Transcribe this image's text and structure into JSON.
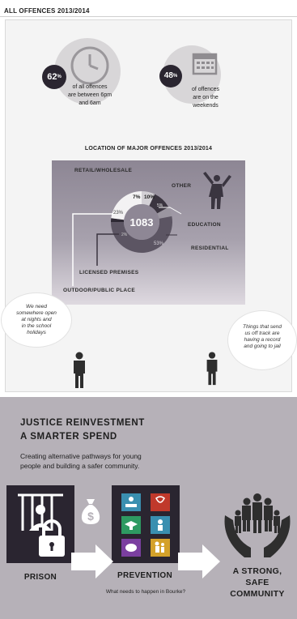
{
  "header": {
    "title": "ALL OFFENCES 2013/2014"
  },
  "stats": [
    {
      "value": "62",
      "unit": "%",
      "text_lines": [
        "of all offences",
        "are between 6pm",
        "and 6am"
      ],
      "icon": "clock-icon"
    },
    {
      "value": "48",
      "unit": "%",
      "text_lines": [
        "of offences",
        "are on the",
        "weekends"
      ],
      "icon": "calendar-icon"
    }
  ],
  "location_chart": {
    "title": "LOCATION OF MAJOR OFFENCES 2013/2014",
    "center_total": "1083",
    "labels": {
      "retail": "RETAIL/WHOLESALE",
      "other": "OTHER",
      "education": "EDUCATION",
      "residential": "RESIDENTIAL",
      "licensed": "LICENSED PREMISES",
      "outdoor": "OUTDOOR/PUBLIC PLACE"
    },
    "slice_labels": {
      "other": "7%",
      "education_pct": "10%",
      "education_small": "5%",
      "outdoor": "23%",
      "licensed": "2%",
      "residential": "53%"
    }
  },
  "chart_data": {
    "type": "pie",
    "title": "LOCATION OF MAJOR OFFENCES 2013/2014",
    "total": 1083,
    "slices": [
      {
        "name": "RESIDENTIAL",
        "value": 53
      },
      {
        "name": "OUTDOOR/PUBLIC PLACE",
        "value": 23
      },
      {
        "name": "OTHER",
        "value": 7
      },
      {
        "name": "EDUCATION",
        "value": 10
      },
      {
        "name": "RETAIL/WHOLESALE",
        "value": 5
      },
      {
        "name": "LICENSED PREMISES",
        "value": 2
      }
    ]
  },
  "quotes": {
    "left_lines": [
      "We need",
      "somewhere open",
      "at nights and",
      "in the school",
      "holidays"
    ],
    "right_lines": [
      "Things that send",
      "us off track are",
      "having a record",
      "and going to jail"
    ]
  },
  "justice": {
    "title_line1": "JUSTICE REINVESTMENT",
    "title_line2": "A SMARTER SPEND",
    "subtitle_line1": "Creating alternative pathways for young",
    "subtitle_line2": "people and building a safer community.",
    "money_symbol": "$",
    "steps": {
      "prison": "PRISON",
      "prevention": "PREVENTION",
      "community_line1": "A STRONG,",
      "community_line2": "SAFE",
      "community_line3": "COMMUNITY"
    },
    "question": "What needs to happen in Bourke?",
    "colors": {
      "panel_bg": "#b6b1b8",
      "dark": "#2a2530",
      "tile_blue": "#3a8fb0",
      "tile_red": "#c0392b",
      "tile_green": "#2e9a62",
      "tile_purple": "#7b3fa0",
      "tile_yellow": "#d4a12a"
    }
  }
}
